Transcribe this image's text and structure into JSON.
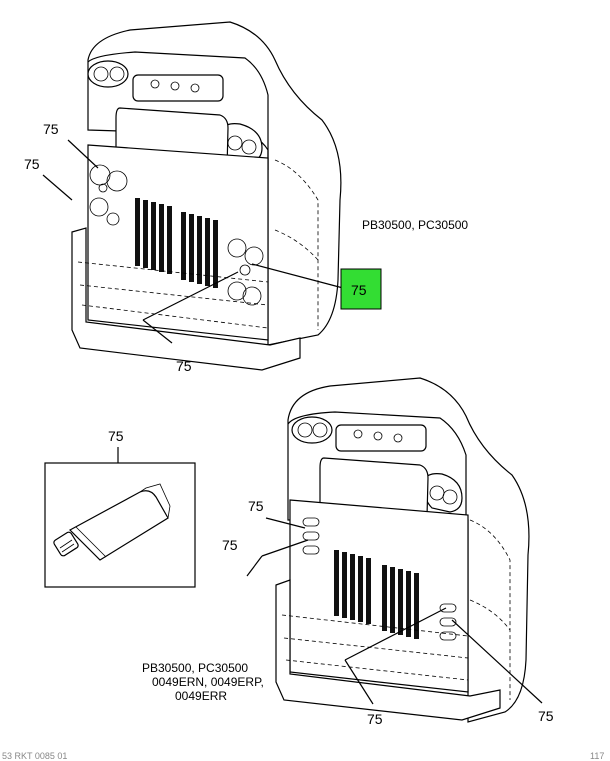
{
  "upper_view": {
    "model_label": "PB30500, PC30500",
    "callouts": [
      "75",
      "75",
      "75",
      "75"
    ],
    "highlighted_callout": {
      "label": "75",
      "color": "#33dd33"
    }
  },
  "lower_view": {
    "model_label_lines": [
      "PB30500, PC30500",
      "0049ERN, 0049ERP,",
      "0049ERR"
    ],
    "callouts": [
      "75",
      "75",
      "75",
      "75"
    ]
  },
  "tube_inset": {
    "callout": "75"
  },
  "footer": {
    "left_code": "53 RKT 0085 01",
    "right_code": "117"
  },
  "colors": {
    "highlight": "#33dd33",
    "line": "#000000"
  }
}
